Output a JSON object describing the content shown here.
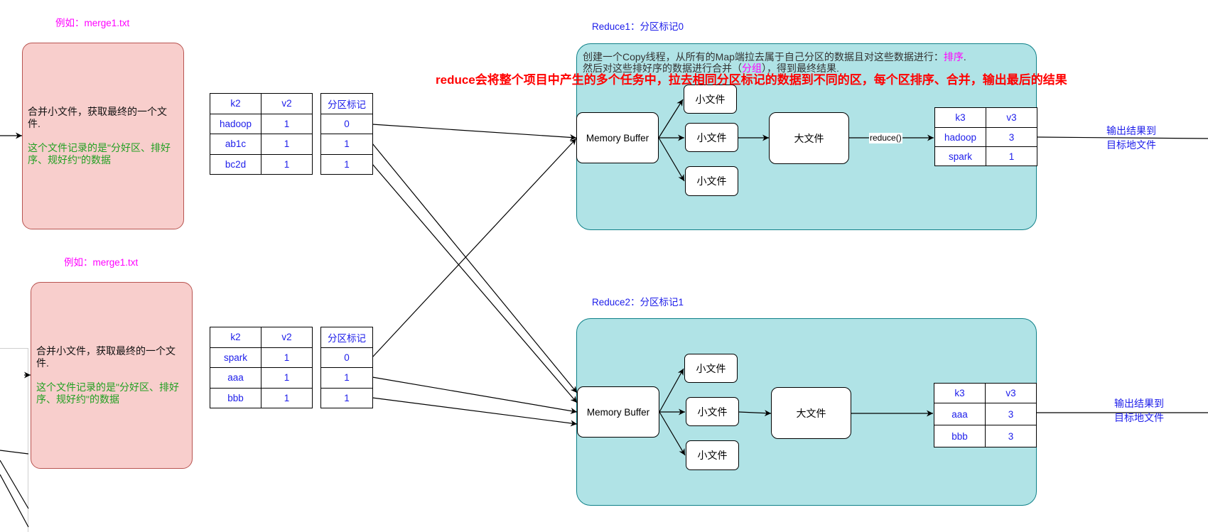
{
  "colors": {
    "file_box_fill": "#f8cecc",
    "file_box_border": "#b85450",
    "reduce_box_fill": "#b0e3e6",
    "reduce_box_border": "#0e8088",
    "label_blue": "#1d1dea",
    "highlight_magenta": "#ff00ff",
    "note_green": "#22a022",
    "summary_red": "#ff0000"
  },
  "summary_note": "reduce会将整个项目中产生的多个任务中，拉去相同分区标记的数据到不同的区，每个区排序、合并，输出最后的结果",
  "map_outputs": [
    {
      "example_label": "例如：merge1.txt",
      "description": "合并小文件，获取最终的一个文件.",
      "note": "这个文件记录的是\"分好区、排好序、规好约\"的数据",
      "kv_table": {
        "headers": [
          "k2",
          "v2"
        ],
        "rows": [
          [
            "hadoop",
            "1"
          ],
          [
            "ab1c",
            "1"
          ],
          [
            "bc2d",
            "1"
          ]
        ]
      },
      "partition_table": {
        "header": "分区标记",
        "values": [
          "0",
          "1",
          "1"
        ]
      }
    },
    {
      "example_label": "例如：merge1.txt",
      "description": "合并小文件，获取最终的一个文件.",
      "note": "这个文件记录的是\"分好区、排好序、规好约\"的数据",
      "kv_table": {
        "headers": [
          "k2",
          "v2"
        ],
        "rows": [
          [
            "spark",
            "1"
          ],
          [
            "aaa",
            "1"
          ],
          [
            "bbb",
            "1"
          ]
        ]
      },
      "partition_table": {
        "header": "分区标记",
        "values": [
          "0",
          "1",
          "1"
        ]
      }
    }
  ],
  "reducers": [
    {
      "title": "Reduce1：分区标记0",
      "description": {
        "line1": {
          "before": "创建一个Copy线程，从所有的Map端拉去属于自己分区的数据且对这些数据进行：",
          "highlight": "排序",
          "after": "."
        },
        "line2": {
          "before": "然后对这些排好序的数据进行合并（",
          "highlight": "分组",
          "after": "），得到最终结果."
        }
      },
      "memory_buffer": "Memory Buffer",
      "small_files": [
        "小文件",
        "小文件",
        "小文件"
      ],
      "big_file": "大文件",
      "reduce_label": "reduce()",
      "output_table": {
        "headers": [
          "k3",
          "v3"
        ],
        "rows": [
          [
            "hadoop",
            "3"
          ],
          [
            "spark",
            "1"
          ]
        ]
      },
      "output_label": [
        "输出结果到",
        "目标地文件"
      ]
    },
    {
      "title": "Reduce2：分区标记1",
      "memory_buffer": "Memory Buffer",
      "small_files": [
        "小文件",
        "小文件",
        "小文件"
      ],
      "big_file": "大文件",
      "output_table": {
        "headers": [
          "k3",
          "v3"
        ],
        "rows": [
          [
            "aaa",
            "3"
          ],
          [
            "bbb",
            "3"
          ]
        ]
      },
      "output_label": [
        "输出结果到",
        "目标地文件"
      ]
    }
  ]
}
